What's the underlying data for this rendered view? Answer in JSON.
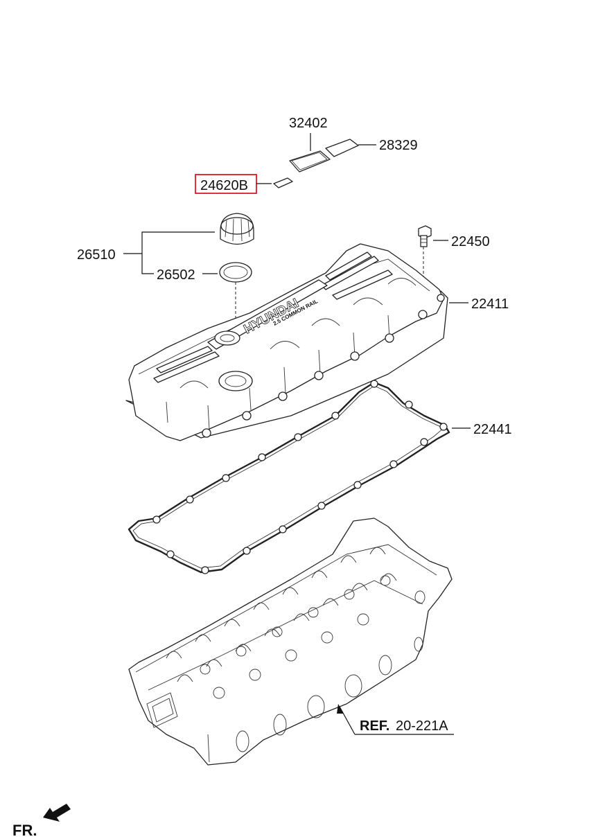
{
  "parts": [
    {
      "id": "p32402",
      "number": "32402"
    },
    {
      "id": "p28329",
      "number": "28329"
    },
    {
      "id": "p24620b",
      "number": "24620B",
      "highlighted": true
    },
    {
      "id": "p26510",
      "number": "26510"
    },
    {
      "id": "p26502",
      "number": "26502"
    },
    {
      "id": "p22450",
      "number": "22450"
    },
    {
      "id": "p22411",
      "number": "22411"
    },
    {
      "id": "p22441",
      "number": "22441"
    }
  ],
  "cover_branding": {
    "brand": "HYUNDAI",
    "subtitle": "2.5 COMMON RAIL"
  },
  "reference": {
    "prefix": "REF.",
    "code": "20-221A"
  },
  "orientation": {
    "label": "FR."
  },
  "colors": {
    "highlight": "#e0191f",
    "line": "#111111"
  }
}
